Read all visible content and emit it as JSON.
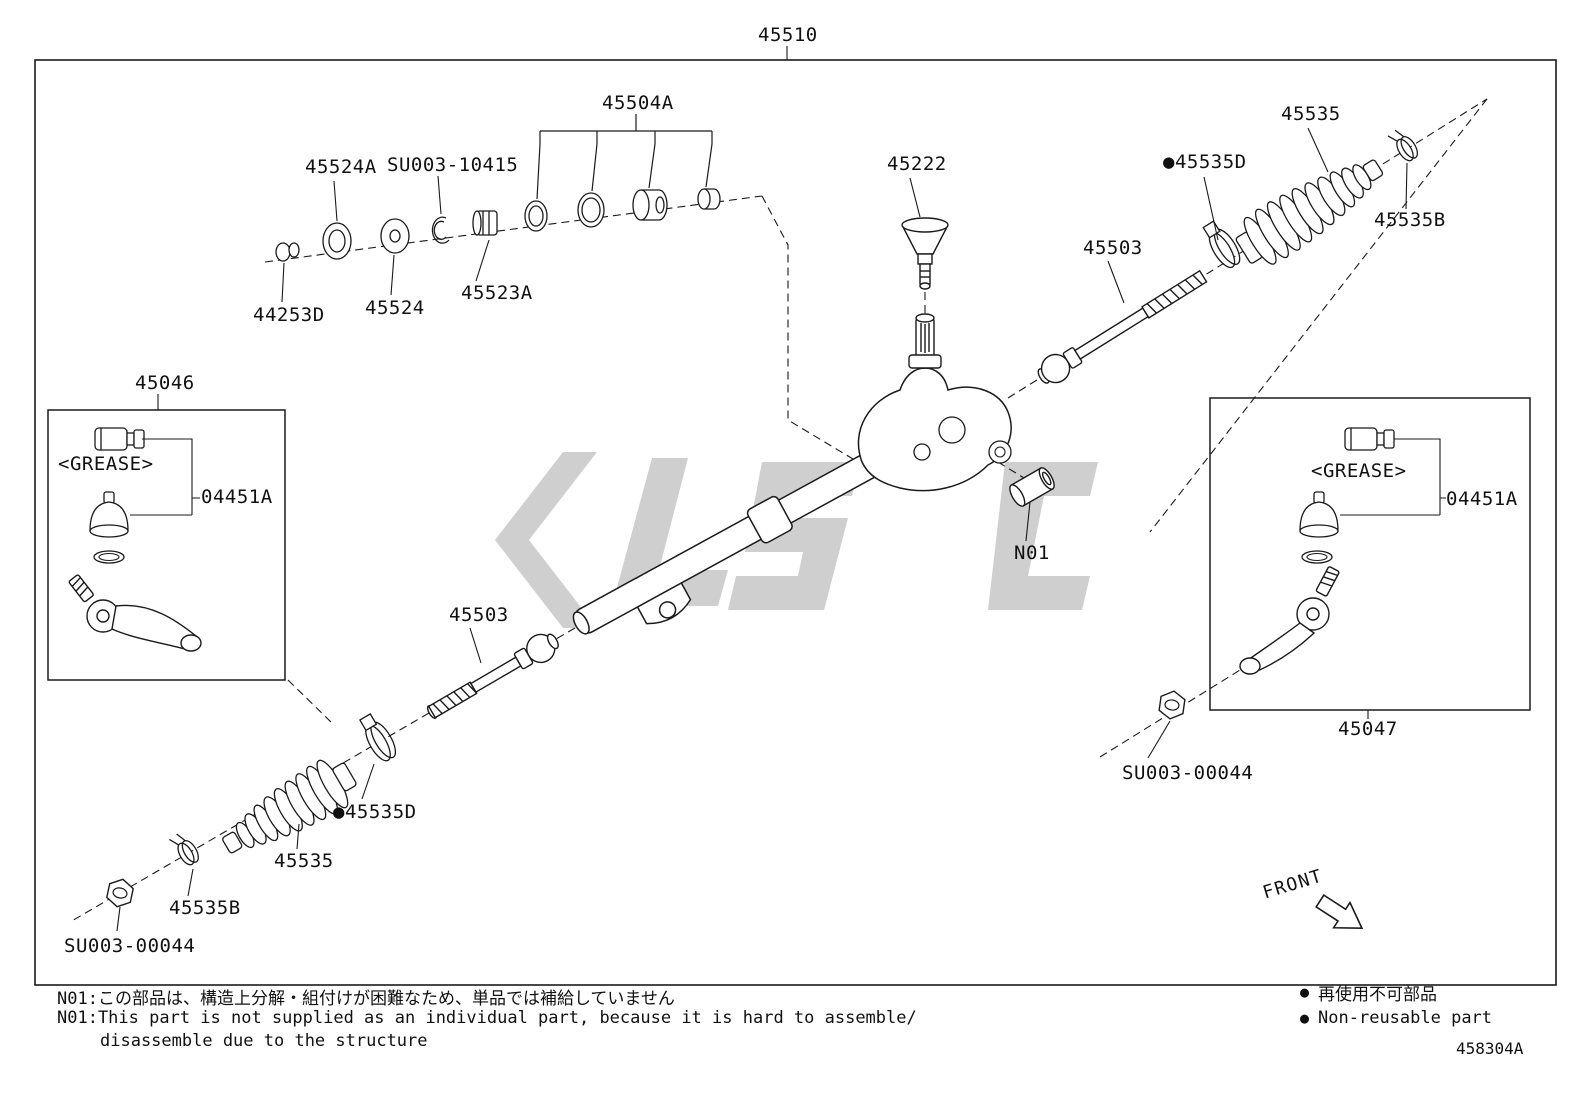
{
  "doc": {
    "number": "458304A"
  },
  "figure": {
    "title_label": "45510",
    "front_label": "FRONT"
  },
  "labels": [
    {
      "id": "45510",
      "text": "45510"
    },
    {
      "id": "45504A",
      "text": "45504A"
    },
    {
      "id": "45524A",
      "text": "45524A"
    },
    {
      "id": "SU003-10415",
      "text": "SU003-10415"
    },
    {
      "id": "45535-upper",
      "text": "45535"
    },
    {
      "id": "45222",
      "text": "45222"
    },
    {
      "id": "45535D-upper",
      "text": "●45535D"
    },
    {
      "id": "45503-upper",
      "text": "45503"
    },
    {
      "id": "45535B-upper",
      "text": "45535B"
    },
    {
      "id": "44253D",
      "text": "44253D"
    },
    {
      "id": "45524",
      "text": "45524"
    },
    {
      "id": "45523A",
      "text": "45523A"
    },
    {
      "id": "45046",
      "text": "45046"
    },
    {
      "id": "grease-left",
      "text": "<GREASE>"
    },
    {
      "id": "04451A-left",
      "text": "04451A"
    },
    {
      "id": "N01",
      "text": "N01"
    },
    {
      "id": "45503-lower",
      "text": "45503"
    },
    {
      "id": "grease-right",
      "text": "<GREASE>"
    },
    {
      "id": "04451A-right",
      "text": "04451A"
    },
    {
      "id": "45535D-lower",
      "text": "●45535D"
    },
    {
      "id": "45535-lower",
      "text": "45535"
    },
    {
      "id": "45047",
      "text": "45047"
    },
    {
      "id": "SU003-00044-right",
      "text": "SU003-00044"
    },
    {
      "id": "45535B-lower",
      "text": "45535B"
    },
    {
      "id": "SU003-00044-left",
      "text": "SU003-00044"
    }
  ],
  "notes": {
    "jp": "N01:この部品は、構造上分解・組付けが困難なため、単品では補給していません",
    "en_line1": "N01:This part is not supplied as an individual part, because it is hard to assemble/",
    "en_line2": "disassemble due to the structure"
  },
  "legend": {
    "bullet": "●",
    "jp": "再使用不可部品",
    "en": "Non-reusable part"
  }
}
